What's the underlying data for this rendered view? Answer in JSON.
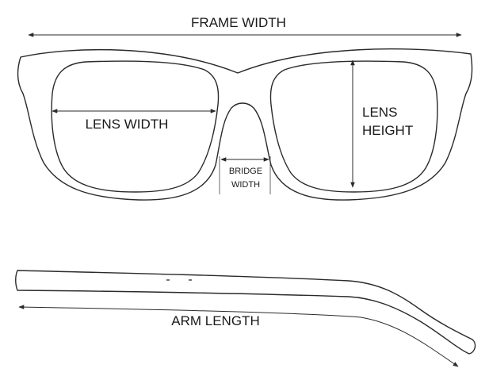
{
  "labels": {
    "frame_width": "FRAME WIDTH",
    "lens_width": "LENS WIDTH",
    "lens_height_line1": "LENS",
    "lens_height_line2": "HEIGHT",
    "bridge_width_line1": "BRIDGE",
    "bridge_width_line2": "WIDTH",
    "arm_length": "ARM LENGTH"
  },
  "colors": {
    "line": "#2a2a2a",
    "background": "#ffffff"
  }
}
